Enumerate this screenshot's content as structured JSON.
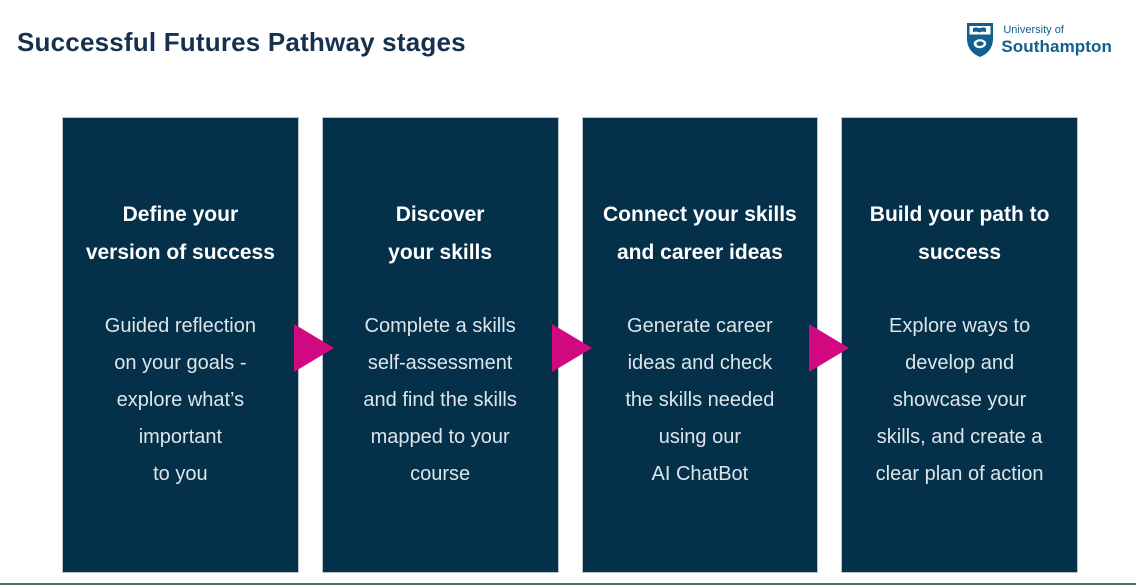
{
  "slide": {
    "title": "Successful Futures Pathway stages"
  },
  "logo": {
    "university": "University of",
    "name": "Southampton"
  },
  "stages": [
    {
      "heading": "Define your\nversion of success",
      "body": "Guided reflection\non your goals -\nexplore what’s\nimportant\nto you"
    },
    {
      "heading": "Discover\nyour skills",
      "body": "Complete a skills\nself-assessment\nand find the skills\nmapped to your\ncourse"
    },
    {
      "heading": "Connect your skills\nand career ideas",
      "body": "Generate career\nideas and check\nthe skills needed\nusing our\nAI ChatBot"
    },
    {
      "heading": "Build your path to\nsuccess",
      "body": "Explore ways to\ndevelop and\nshowcase your\nskills, and create a\nclear plan of action"
    }
  ],
  "colors": {
    "card_background": "#04304a",
    "arrow_pink": "#d10980",
    "title_navy": "#16314e",
    "logo_blue": "#11608e",
    "heading_text": "#ffffff",
    "body_text": "#dde5ea",
    "footer_line_green": "#4a7257"
  }
}
